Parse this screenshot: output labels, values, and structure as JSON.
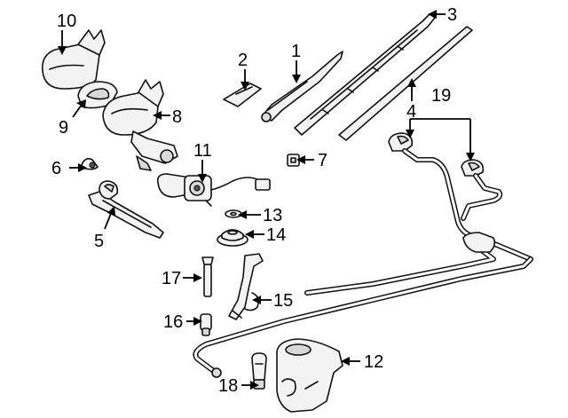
{
  "diagram": {
    "title": "Wiper and washer components",
    "callouts": {
      "c1": "1",
      "c2": "2",
      "c3": "3",
      "c4": "4",
      "c5": "5",
      "c6": "6",
      "c7": "7",
      "c8": "8",
      "c9": "9",
      "c10": "10",
      "c11": "11",
      "c12": "12",
      "c13": "13",
      "c14": "14",
      "c15": "15",
      "c16": "16",
      "c17": "17",
      "c18": "18",
      "c19": "19"
    }
  }
}
